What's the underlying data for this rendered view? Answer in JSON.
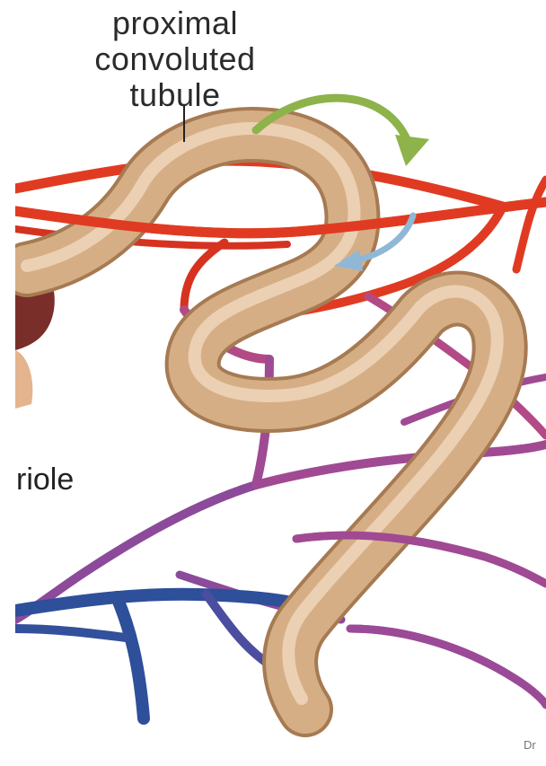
{
  "diagram": {
    "label_lines": [
      "proximal",
      "convoluted",
      "tubule"
    ],
    "side_label": "riole",
    "credit": "Dr"
  },
  "colors": {
    "tubule": "#d9b48f",
    "tubule_dark": "#b88e63",
    "artery": "#e03b22",
    "capillary_purple": "#a04a93",
    "vein": "#2e4f9a",
    "arrow_green": "#8db34a",
    "arrow_blue": "#8fb8d6",
    "cell_dark": "#7a2e2a"
  }
}
